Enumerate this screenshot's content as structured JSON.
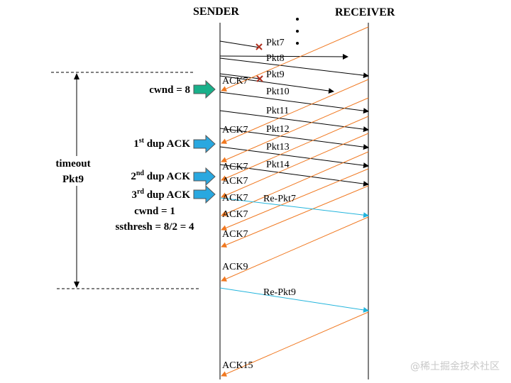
{
  "headers": {
    "sender": "SENDER",
    "receiver": "RECEIVER"
  },
  "colors": {
    "data_packet": "#000000",
    "ack": "#f07820",
    "retransmit": "#22b4dc",
    "event_arrow_green": "#19b08a",
    "event_arrow_blue": "#29a8e0",
    "loss_mark": "#b03020"
  },
  "packets": [
    {
      "label": "Pkt7",
      "lost": true
    },
    {
      "label": "Pkt8",
      "lost": false
    },
    {
      "label": "Pkt9",
      "lost": true
    },
    {
      "label": "Pkt10",
      "lost": false
    },
    {
      "label": "Pkt11",
      "lost": false
    },
    {
      "label": "Pkt12",
      "lost": false
    },
    {
      "label": "Pkt13",
      "lost": false
    },
    {
      "label": "Pkt14",
      "lost": false
    }
  ],
  "acks": [
    "ACK7",
    "ACK7",
    "ACK7",
    "ACK7",
    "ACK7",
    "ACK7",
    "ACK7",
    "ACK9",
    "ACK15"
  ],
  "retransmissions": [
    "Re-Pkt7",
    "Re-Pkt9"
  ],
  "events": {
    "cwnd_initial": "cwnd = 8",
    "dup1_num": "1",
    "dup1_sup": "st",
    "dup1_rest": " dup ACK",
    "dup2_num": "2",
    "dup2_sup": "nd",
    "dup2_rest": " dup ACK",
    "dup3_num": "3",
    "dup3_sup": "rd",
    "dup3_rest": " dup ACK",
    "cwnd_after": "cwnd = 1",
    "ssthresh": "ssthresh = 8/2 = 4"
  },
  "timeout": {
    "line1": "timeout",
    "line2": "Pkt9"
  },
  "watermark": "@稀土掘金技术社区"
}
